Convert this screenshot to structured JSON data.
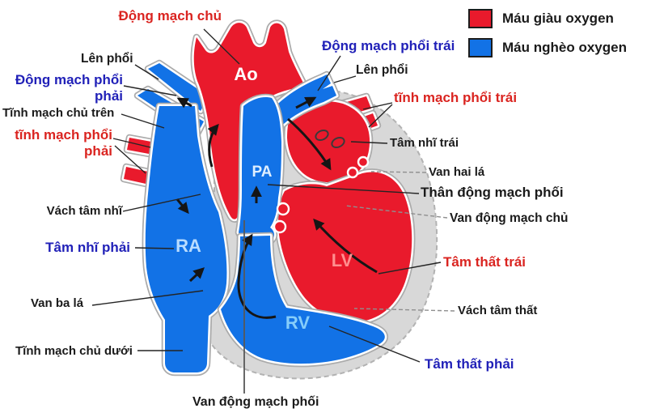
{
  "title": "Heart anatomy diagram (Vietnamese)",
  "legend": {
    "rich_label": "Máu giàu oxygen",
    "poor_label": "Máu nghèo oxygen"
  },
  "labels": {
    "dong_mach_chu": "Động mạch chủ",
    "len_phoi_left": "Lên phổi",
    "dm_phoi_phai_1": "Động mạch phổi",
    "dm_phoi_phai_2": "phải",
    "tm_chu_tren": "Tĩnh mạch chủ trên",
    "tm_phoi_phai_1": "tĩnh mạch phổi",
    "tm_phoi_phai_2": "phải",
    "vach_tam_nhi": "Vách tâm nhĩ",
    "tam_nhi_phai": "Tâm nhĩ phải",
    "van_ba_la": "Van ba lá",
    "tm_chu_duoi": "Tĩnh mạch chủ dưới",
    "van_dong_mach_phoi": "Van động mạch phối",
    "dm_phoi_trai": "Động mạch phổi trái",
    "len_phoi_right": "Lên phổi",
    "tm_phoi_trai": "tĩnh mạch phổi trái",
    "tam_nhi_trai": "Tâm nhĩ trái",
    "van_hai_la": "Van hai lá",
    "than_dong_mach_phoi": "Thân động mạch phối",
    "van_dong_mach_chu": "Van động mạch chủ",
    "tam_that_trai": "Tâm thất trái",
    "vach_tam_that": "Vách tâm thất",
    "tam_that_phai": "Tâm thất phải"
  },
  "chambers": {
    "aorta": "Ao",
    "pulmonary_artery": "PA",
    "right_atrium": "RA",
    "left_ventricle": "LV",
    "right_ventricle": "RV"
  },
  "colors": {
    "oxygen_rich_red": "#e91a2c",
    "oxygen_poor_blue": "#1272e6",
    "pericardium_gray": "#d8d8d8",
    "label_red": "#da2420",
    "label_blue": "#2121b8",
    "label_black": "#1a1a1a"
  }
}
